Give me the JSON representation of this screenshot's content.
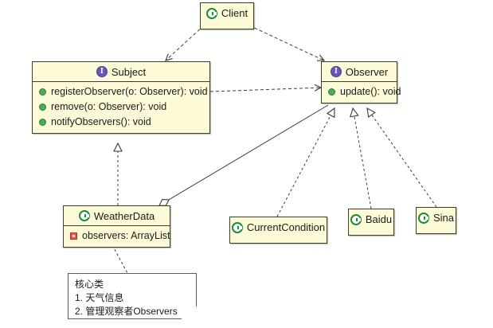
{
  "diagram": {
    "title": "Observer Pattern Class Diagram",
    "colors": {
      "class_fill": "#fdfbd7",
      "class_border": "#3d3d28",
      "note_fill": "#ffffff",
      "note_border": "#5a5a5a",
      "class_icon": "#1d8a3a",
      "interface_icon": "#6a56b4",
      "public_member": "#49ad52",
      "private_field": "#e05a4a",
      "edge": "#3a3a3a",
      "background": "#ffffff"
    },
    "nodes": [
      {
        "id": "client",
        "name": "Client",
        "stereotype": "class",
        "icon": "class-icon",
        "members": []
      },
      {
        "id": "subject",
        "name": "Subject",
        "stereotype": "interface",
        "icon": "interface-icon",
        "members": [
          {
            "icon": "public-method-icon",
            "text": "registerObserver(o: Observer): void",
            "visibility": "public"
          },
          {
            "icon": "public-method-icon",
            "text": "remove(o: Observer): void",
            "visibility": "public"
          },
          {
            "icon": "public-method-icon",
            "text": "notifyObservers(): void",
            "visibility": "public"
          }
        ]
      },
      {
        "id": "observer",
        "name": "Observer",
        "stereotype": "interface",
        "icon": "interface-icon",
        "members": [
          {
            "icon": "public-method-icon",
            "text": "update(): void",
            "visibility": "public"
          }
        ]
      },
      {
        "id": "weatherdata",
        "name": "WeatherData",
        "stereotype": "class",
        "icon": "class-icon",
        "members": [
          {
            "icon": "private-field-icon",
            "text": "observers: ArrayList",
            "visibility": "private"
          }
        ]
      },
      {
        "id": "currentcondition",
        "name": "CurrentCondition",
        "stereotype": "class",
        "icon": "class-icon",
        "members": []
      },
      {
        "id": "baidu",
        "name": "Baidu",
        "stereotype": "class",
        "icon": "class-icon",
        "members": []
      },
      {
        "id": "sina",
        "name": "Sina",
        "stereotype": "class",
        "icon": "class-icon",
        "members": []
      }
    ],
    "note": {
      "id": "weatherdata-note",
      "lines": [
        "核心类",
        "1. 天气信息",
        "2. 管理观察者Observers"
      ]
    },
    "edges": [
      {
        "from": "client",
        "to": "subject",
        "type": "dependency",
        "style": "dashed",
        "arrow": "open"
      },
      {
        "from": "client",
        "to": "observer",
        "type": "dependency",
        "style": "dashed",
        "arrow": "open"
      },
      {
        "from": "subject",
        "to": "observer",
        "type": "dependency",
        "style": "dashed",
        "arrow": "open"
      },
      {
        "from": "weatherdata",
        "to": "subject",
        "type": "realization",
        "style": "dashed",
        "arrow": "hollow-triangle"
      },
      {
        "from": "weatherdata",
        "to": "observer",
        "type": "aggregation",
        "style": "solid",
        "arrow": "hollow-diamond"
      },
      {
        "from": "currentcondition",
        "to": "observer",
        "type": "realization",
        "style": "dashed",
        "arrow": "hollow-triangle"
      },
      {
        "from": "baidu",
        "to": "observer",
        "type": "realization",
        "style": "dashed",
        "arrow": "hollow-triangle"
      },
      {
        "from": "sina",
        "to": "observer",
        "type": "realization",
        "style": "dashed",
        "arrow": "hollow-triangle"
      },
      {
        "from": "weatherdata",
        "to": "weatherdata-note",
        "type": "note-anchor",
        "style": "dashed",
        "arrow": "none"
      }
    ]
  }
}
